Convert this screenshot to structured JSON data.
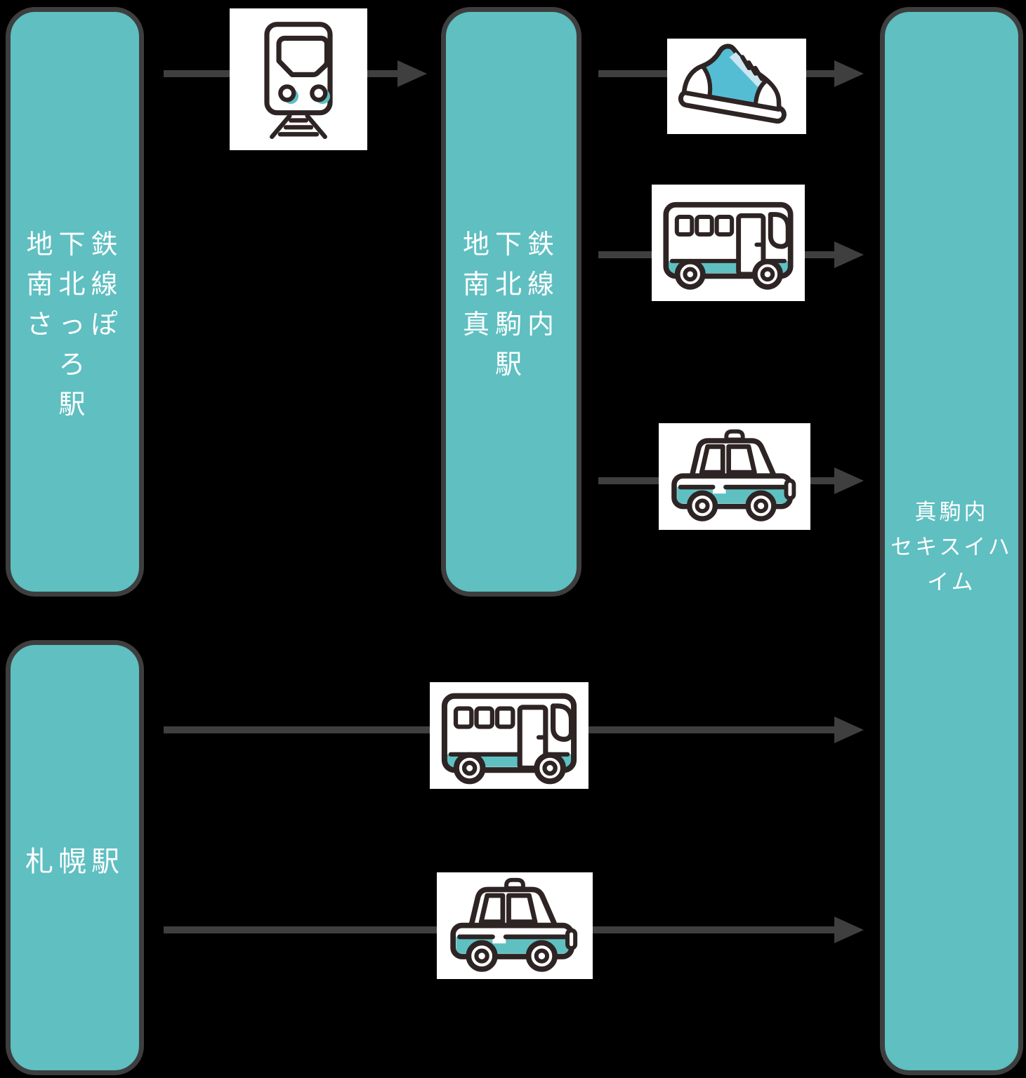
{
  "diagram": {
    "title_visible": false,
    "background": "#000000",
    "colors": {
      "node_fill": "#5FBFC1",
      "node_border": "#3E3E3E",
      "node_text": "#FFFFFF",
      "arrow": "#3F3F3F",
      "icon_card_bg": "#FFFFFF",
      "icon_outline": "#2E2424",
      "icon_accent_teal": "#5FC0C2",
      "shoe_teal": "#55BDD3",
      "shoe_lace_highlight": "#CBE7F1"
    },
    "nodes": {
      "sapporo_subway": {
        "label": "地下鉄南北線さっぽろ駅",
        "lines": [
          "地下鉄",
          "南北線",
          "さっぽろ",
          "駅"
        ]
      },
      "makomanai_subway": {
        "label": "地下鉄南北線真駒内駅",
        "lines": [
          "地下鉄",
          "南北線",
          "真駒内",
          "駅"
        ]
      },
      "sapporo_station": {
        "label": "札幌駅",
        "lines": [
          "札幌駅"
        ]
      },
      "sekisui_heim": {
        "label": "真駒内セキスイハイム",
        "lines": [
          "真駒内",
          "セキスイハ",
          "イム"
        ]
      }
    },
    "routes": [
      {
        "from": "sapporo_subway",
        "to": "makomanai_subway",
        "mode": "train",
        "icon": "train-icon"
      },
      {
        "from": "makomanai_subway",
        "to": "sekisui_heim",
        "mode": "walk",
        "icon": "walking-shoe-icon"
      },
      {
        "from": "makomanai_subway",
        "to": "sekisui_heim",
        "mode": "bus",
        "icon": "bus-icon"
      },
      {
        "from": "makomanai_subway",
        "to": "sekisui_heim",
        "mode": "taxi",
        "icon": "taxi-icon"
      },
      {
        "from": "sapporo_station",
        "to": "sekisui_heim",
        "mode": "bus",
        "icon": "bus-icon"
      },
      {
        "from": "sapporo_station",
        "to": "sekisui_heim",
        "mode": "taxi",
        "icon": "taxi-icon"
      }
    ]
  }
}
